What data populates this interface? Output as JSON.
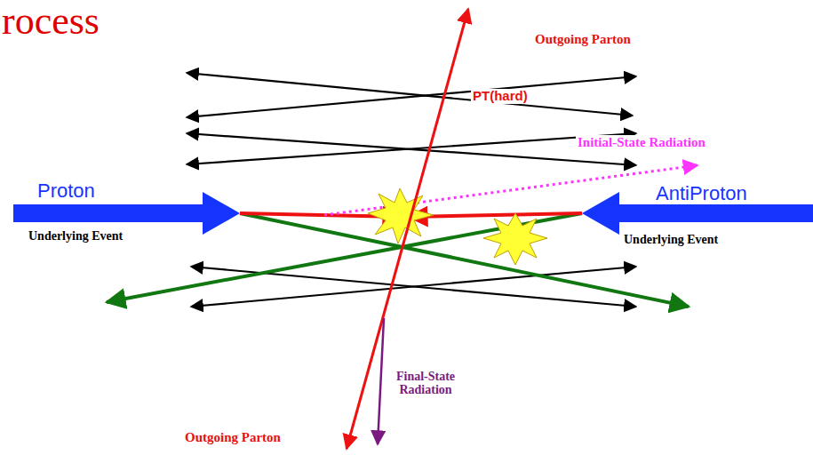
{
  "diagram": {
    "title": "rocess",
    "labels": [
      "Outgoing Parton",
      "PT(hard)",
      "Initial-State Radiation",
      "Proton",
      "AntiProton",
      "Underlying Event",
      "Underlying Event",
      "Final-State Radiation",
      "Outgoing Parton"
    ]
  }
}
